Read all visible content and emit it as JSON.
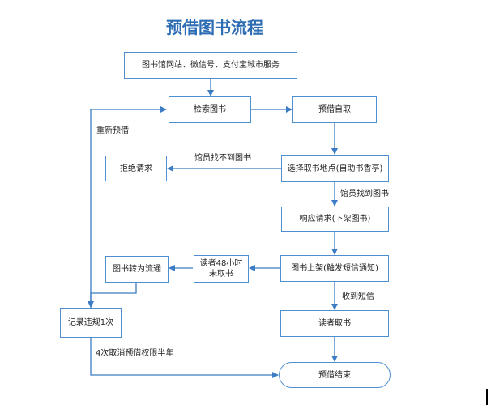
{
  "title": "预借图书流程",
  "nodes": {
    "services": "图书馆网站、微信号、支付宝城市服务",
    "search": "检索图书",
    "reserve": "预借自取",
    "choose_location": "选择取书地点(自助书香亭)",
    "reject": "拒绝请求",
    "respond": "响应请求(下架图书)",
    "shelve_notify": "图书上架(触发短信通知)",
    "not_picked_line1": "读者48小时",
    "not_picked_line2": "未取书",
    "to_circulation": "图书转为流通",
    "record_violation": "记录违规1次",
    "reader_pick": "读者取书",
    "end": "预借结束"
  },
  "edge_labels": {
    "re_reserve": "重新预借",
    "not_found": "馆员找不到图书",
    "found": "馆员找到图书",
    "sms": "收到短信",
    "penalty": "4次取消预借权限半年"
  },
  "colors": {
    "border": "#4f8fd0",
    "line": "#3b7cc4",
    "title": "#2e6db4"
  }
}
